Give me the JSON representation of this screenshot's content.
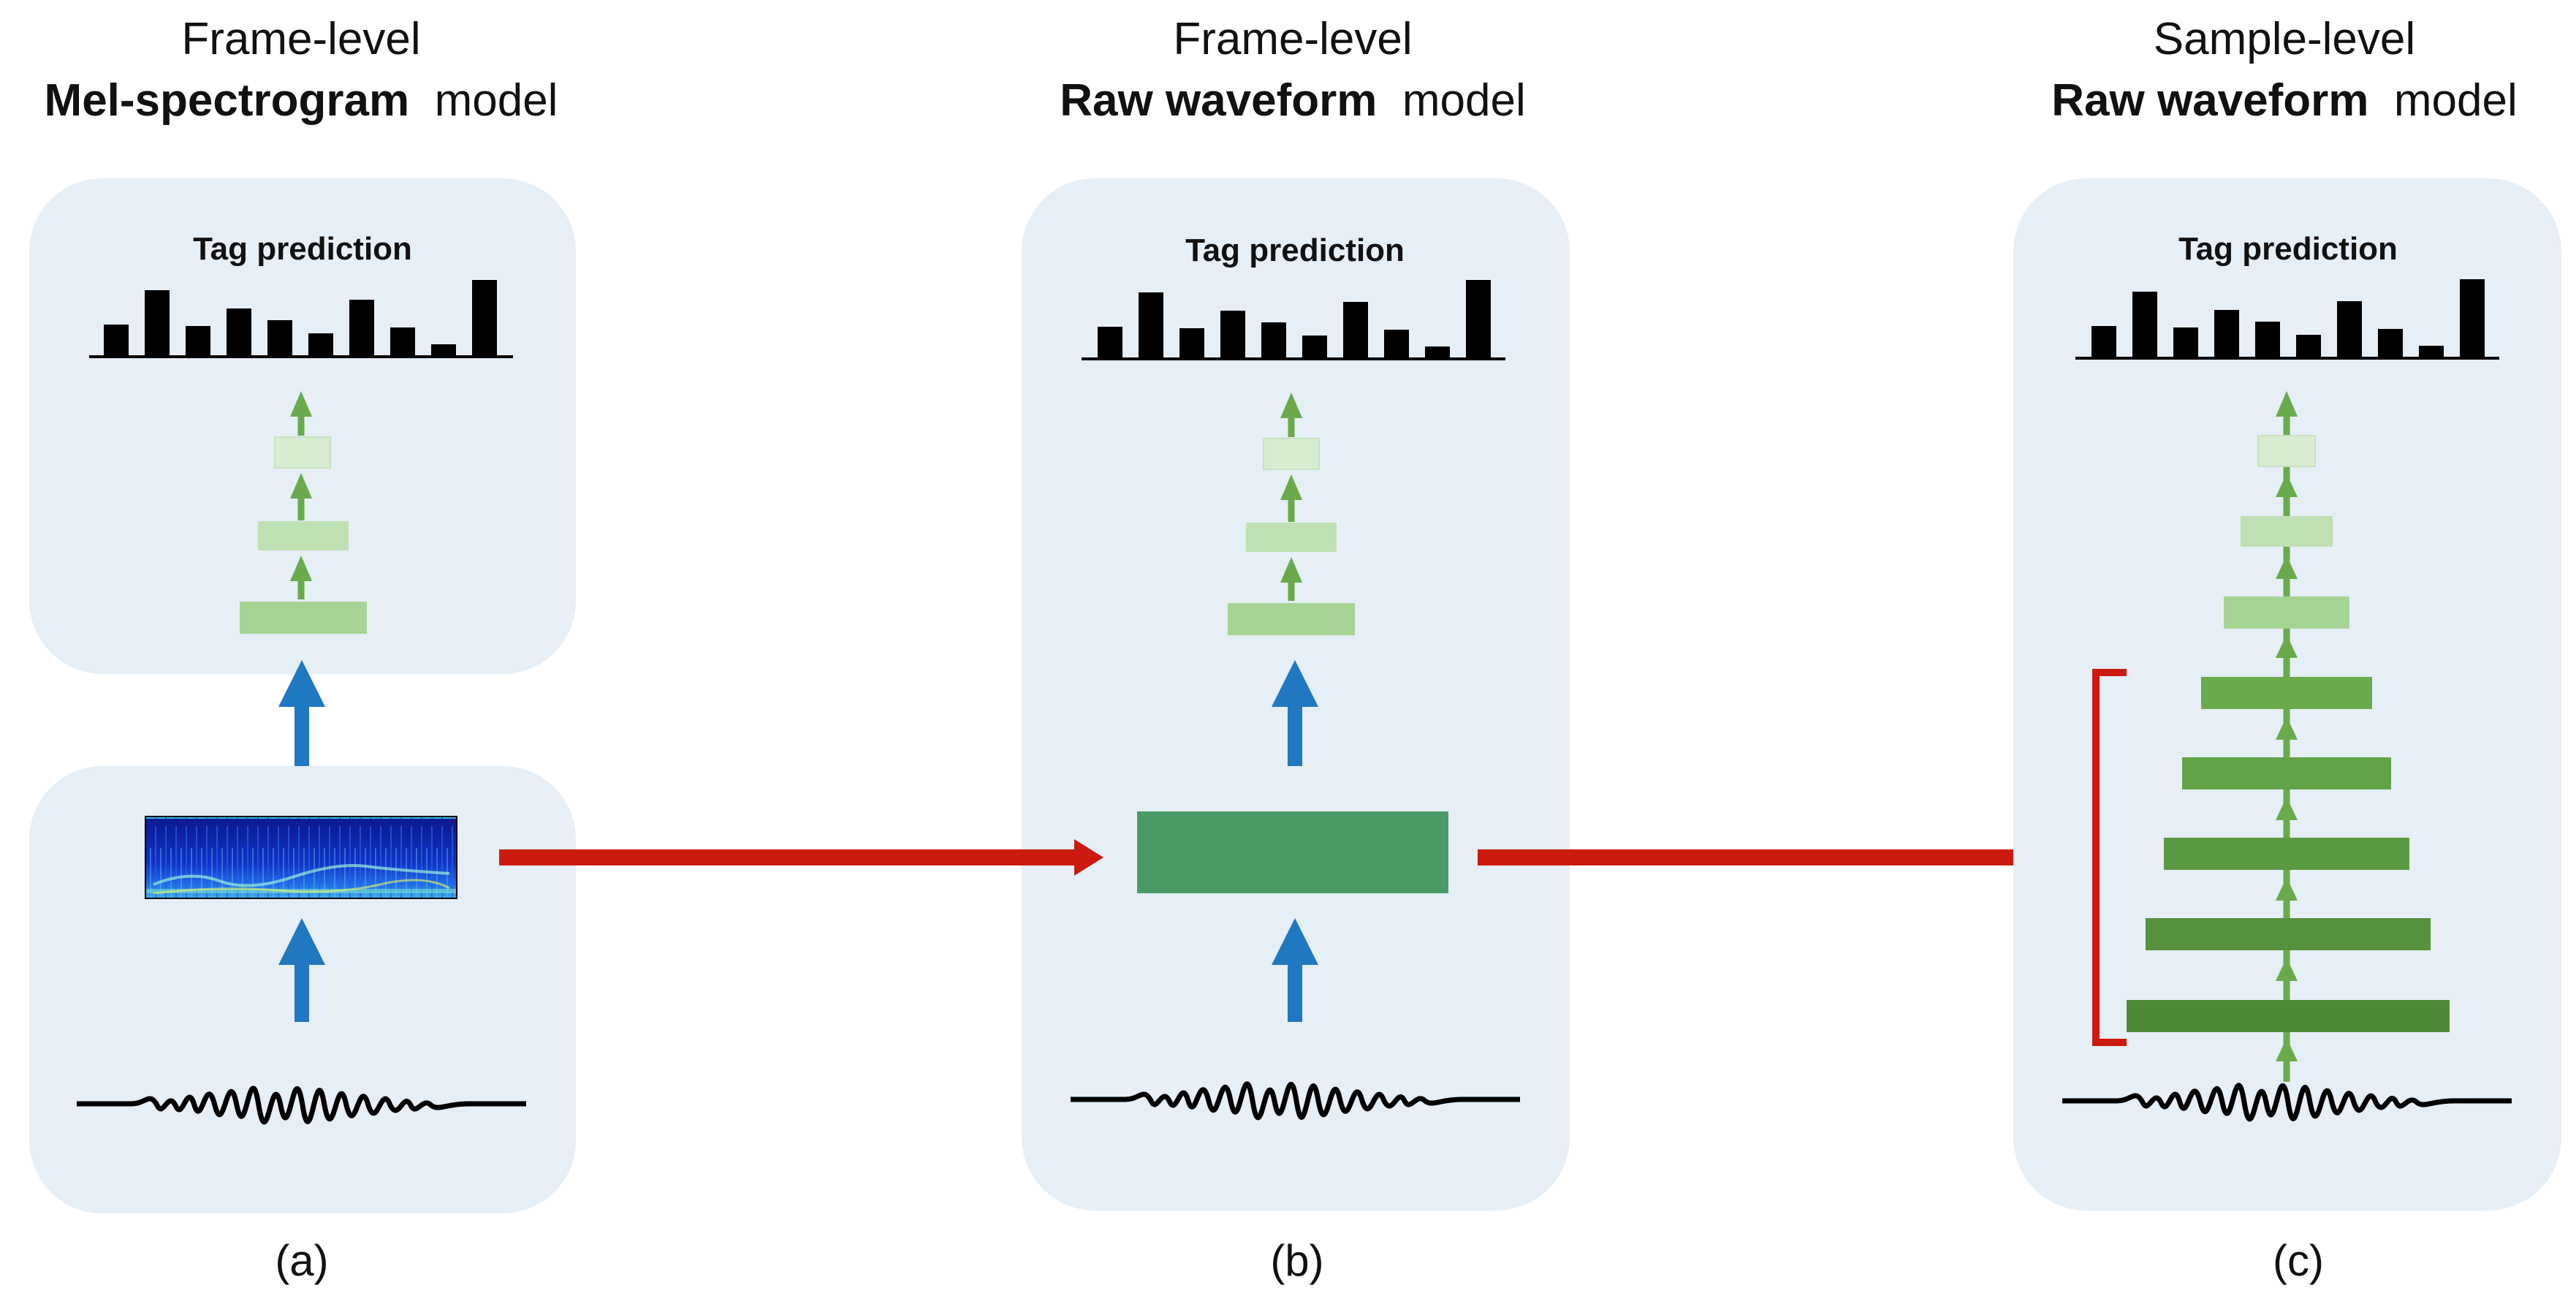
{
  "panels": [
    {
      "title_line1": "Frame-level",
      "title_bold": "Mel-spectrogram",
      "title_rest": "model",
      "tag_label": "Tag prediction",
      "caption": "(a)"
    },
    {
      "title_line1": "Frame-level",
      "title_bold": "Raw waveform",
      "title_rest": "model",
      "tag_label": "Tag prediction",
      "caption": "(b)"
    },
    {
      "title_line1": "Sample-level",
      "title_bold": "Raw waveform",
      "title_rest": "model",
      "tag_label": "Tag prediction",
      "caption": "(c)"
    }
  ],
  "colors": {
    "panel_bg": "#e6eef6",
    "blue_arrow": "#1f78c1",
    "red_arrow": "#cc1b0e",
    "green_arrow": "#6aaa4c",
    "dense_light": "#d8ecd1",
    "dense_mid": "#bfe0b3",
    "dense_dark": "#a6d495",
    "conv_block": "#4a9a68",
    "sample_conv": "#5e9e45",
    "sample_conv_dark": "#4f8a38"
  },
  "icons": [
    "bar-chart-icon",
    "waveform-icon",
    "spectrogram-icon"
  ]
}
